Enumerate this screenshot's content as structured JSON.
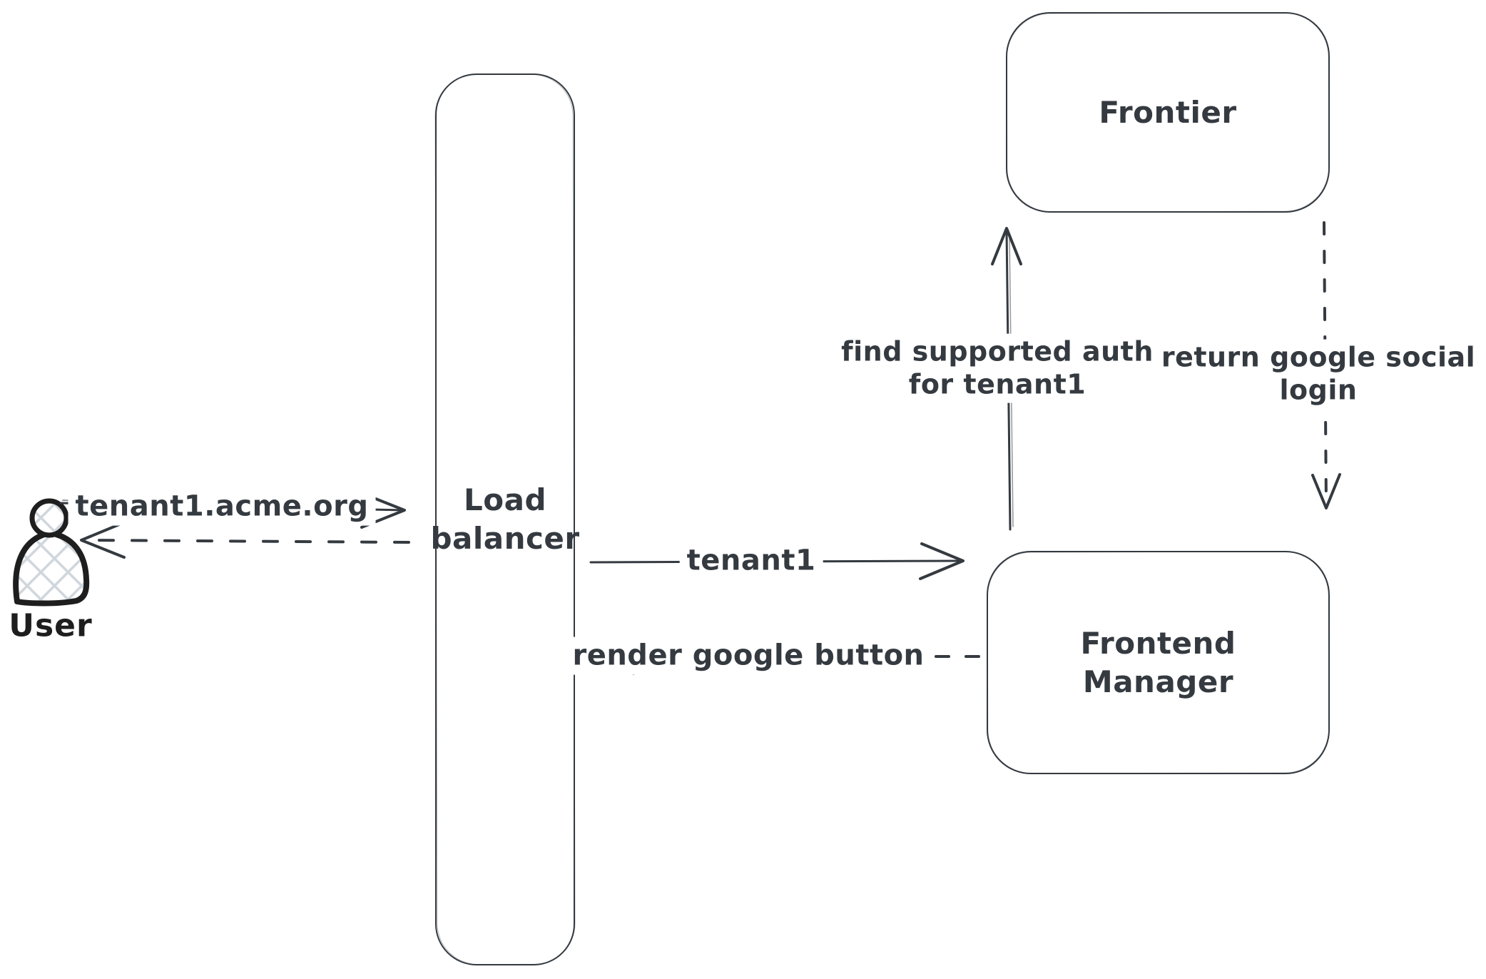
{
  "colors": {
    "stroke": "#343a40",
    "user_icon_stroke": "#1e1e1e",
    "user_icon_hatch": "#cfd6dc",
    "background": "#ffffff"
  },
  "nodes": {
    "user": {
      "label": "User"
    },
    "load_balancer": {
      "lines": [
        "Load",
        "balancer"
      ]
    },
    "frontier": {
      "label": "Frontier"
    },
    "frontend_manager": {
      "lines": [
        "Frontend",
        "Manager"
      ]
    }
  },
  "edges": {
    "user_request": {
      "label": "tenant1.acme.org",
      "type": "solid-arrow",
      "from": "User",
      "to": "Load balancer"
    },
    "user_response": {
      "label": "",
      "type": "dashed-arrow",
      "from": "Load balancer",
      "to": "User"
    },
    "tenant_route": {
      "label": "tenant1",
      "type": "solid-arrow",
      "from": "Load balancer",
      "to": "Frontend Manager"
    },
    "render_button": {
      "label": "render google button",
      "type": "dashed-arrow",
      "from": "Frontend Manager",
      "to": "Load balancer"
    },
    "find_auth": {
      "lines": [
        "find supported auth",
        "for tenant1"
      ],
      "type": "solid-arrow",
      "from": "Frontend Manager",
      "to": "Frontier"
    },
    "return_login": {
      "lines": [
        "return google social",
        "login"
      ],
      "type": "dashed-arrow",
      "from": "Frontier",
      "to": "Frontend Manager"
    }
  }
}
